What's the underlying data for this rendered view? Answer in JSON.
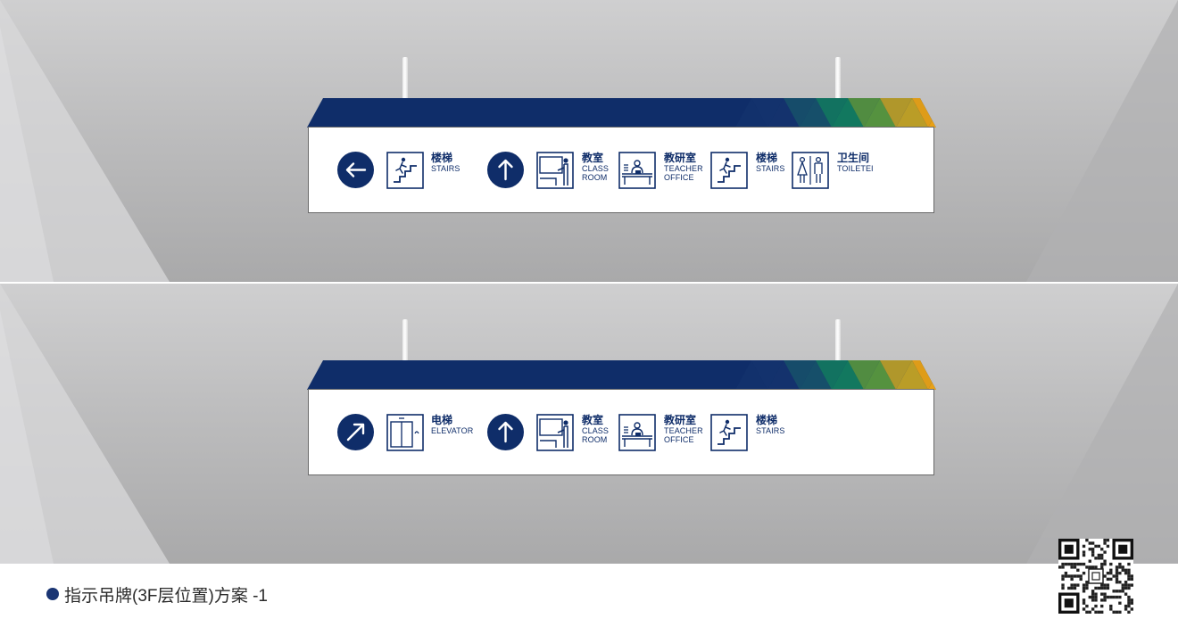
{
  "colors": {
    "navy": "#0f2d69",
    "gradient": [
      "#1a3a73",
      "#1e6c6c",
      "#14a05a",
      "#6cb332",
      "#d6b01c",
      "#f3a712"
    ],
    "background_gray": "#bdbdbe"
  },
  "signs": [
    {
      "items": [
        {
          "type": "arrow",
          "icon": "arrow-left-icon"
        },
        {
          "type": "picto",
          "icon": "stairs-icon",
          "cn": "楼梯",
          "en": [
            "STAIRS"
          ]
        },
        {
          "type": "arrow",
          "icon": "arrow-up-icon"
        },
        {
          "type": "picto",
          "icon": "classroom-icon",
          "cn": "教室",
          "en": [
            "CLASS",
            "ROOM"
          ]
        },
        {
          "type": "picto",
          "icon": "teacher-office-icon",
          "cn": "教研室",
          "en": [
            "TEACHER",
            "OFFICE"
          ]
        },
        {
          "type": "picto",
          "icon": "stairs-icon",
          "cn": "楼梯",
          "en": [
            "STAIRS"
          ]
        },
        {
          "type": "picto",
          "icon": "toilet-icon",
          "cn": "卫生间",
          "en": [
            "TOILETEI"
          ]
        }
      ]
    },
    {
      "items": [
        {
          "type": "arrow",
          "icon": "arrow-up-right-icon"
        },
        {
          "type": "picto",
          "icon": "elevator-icon",
          "cn": "电梯",
          "en": [
            "ELEVATOR"
          ]
        },
        {
          "type": "arrow",
          "icon": "arrow-up-icon"
        },
        {
          "type": "picto",
          "icon": "classroom-icon",
          "cn": "教室",
          "en": [
            "CLASS",
            "ROOM"
          ]
        },
        {
          "type": "picto",
          "icon": "teacher-office-icon",
          "cn": "教研室",
          "en": [
            "TEACHER",
            "OFFICE"
          ]
        },
        {
          "type": "picto",
          "icon": "stairs-icon",
          "cn": "楼梯",
          "en": [
            "STAIRS"
          ]
        }
      ]
    }
  ],
  "caption": "指示吊牌(3F层位置)方案 -1",
  "qr_icon": "qr-code-icon"
}
